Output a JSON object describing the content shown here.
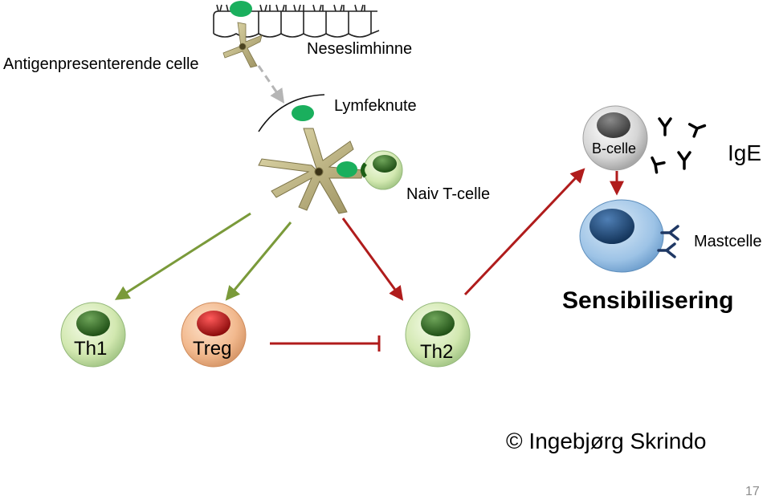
{
  "labels": {
    "antigen_presenting_cell": "Antigenpresenterende celle",
    "nasal_mucosa": "Neseslimhinne",
    "lymph_node": "Lymfeknute",
    "naive_t_cell": "Naiv T-celle",
    "th1": "Th1",
    "treg": "Treg",
    "th2": "Th2",
    "b_cell": "B-celle",
    "ige": "IgE",
    "mast_cell": "Mastcelle",
    "sensitization": "Sensibilisering"
  },
  "copyright": "© Ingebjørg Skrindo",
  "page_number": "17",
  "colors": {
    "green_arrow": "#7a9a3a",
    "red_arrow": "#b01c1c",
    "dashed_arrow": "#b5b5b5",
    "antigen": "#1aaf5d",
    "dendritic_cell": "#c8bf8c",
    "t_cell_body": "#d7ebb8",
    "t_cell_nucleus": "#2e6b22",
    "treg_body": "#f2b98e",
    "treg_nucleus": "#b41414",
    "b_cell_body": "#d9d9d9",
    "b_cell_nucleus": "#4a4a4a",
    "mast_cell_body": "#9dc3e6",
    "mast_cell_nucleus": "#1f4e79",
    "antibody": "#000000",
    "receptor": "#1f3864"
  }
}
